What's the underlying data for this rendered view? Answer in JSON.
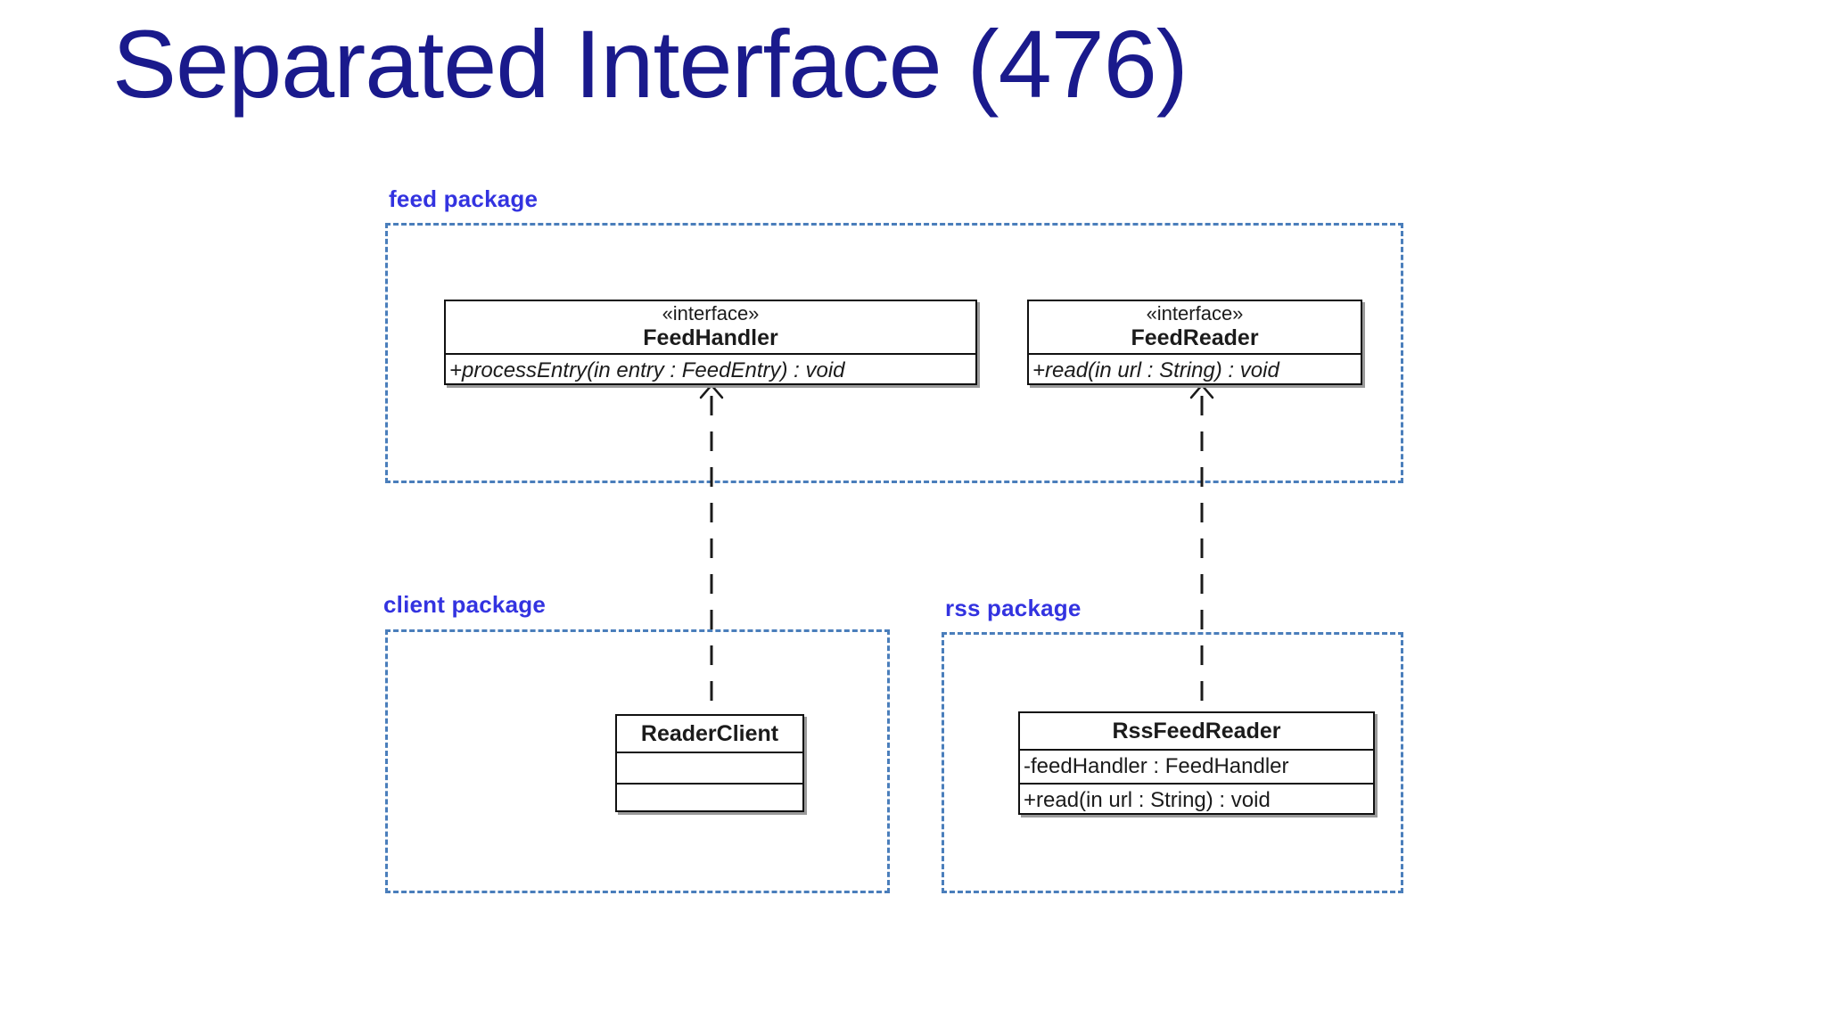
{
  "slide": {
    "title": "Separated Interface (476)",
    "title_color": "#1a1a8c",
    "background_color": "#ffffff"
  },
  "diagram": {
    "type": "uml-class-diagram",
    "package_border_color": "#4a7ebb",
    "package_label_color": "#3333e0",
    "class_border_color": "#111111",
    "connector_style": "realization (dashed line, hollow triangle arrowhead)",
    "packages": [
      {
        "id": "feed",
        "label": "feed package"
      },
      {
        "id": "client",
        "label": "client package"
      },
      {
        "id": "rss",
        "label": "rss package"
      }
    ],
    "classes": [
      {
        "id": "FeedHandler",
        "stereotype": "«interface»",
        "name": "FeedHandler",
        "package": "feed",
        "attributes": [],
        "operations": [
          "+processEntry(in entry : FeedEntry) : void"
        ]
      },
      {
        "id": "FeedReader",
        "stereotype": "«interface»",
        "name": "FeedReader",
        "package": "feed",
        "attributes": [],
        "operations": [
          "+read(in url : String) : void"
        ]
      },
      {
        "id": "ReaderClient",
        "stereotype": "",
        "name": "ReaderClient",
        "package": "client",
        "attributes": [
          ""
        ],
        "operations": [
          ""
        ]
      },
      {
        "id": "RssFeedReader",
        "stereotype": "",
        "name": "RssFeedReader",
        "package": "rss",
        "attributes": [
          "-feedHandler : FeedHandler"
        ],
        "operations": [
          "+read(in url : String) : void"
        ]
      }
    ],
    "relationships": [
      {
        "from": "ReaderClient",
        "to": "FeedHandler",
        "type": "realization"
      },
      {
        "from": "RssFeedReader",
        "to": "FeedReader",
        "type": "realization"
      }
    ]
  }
}
